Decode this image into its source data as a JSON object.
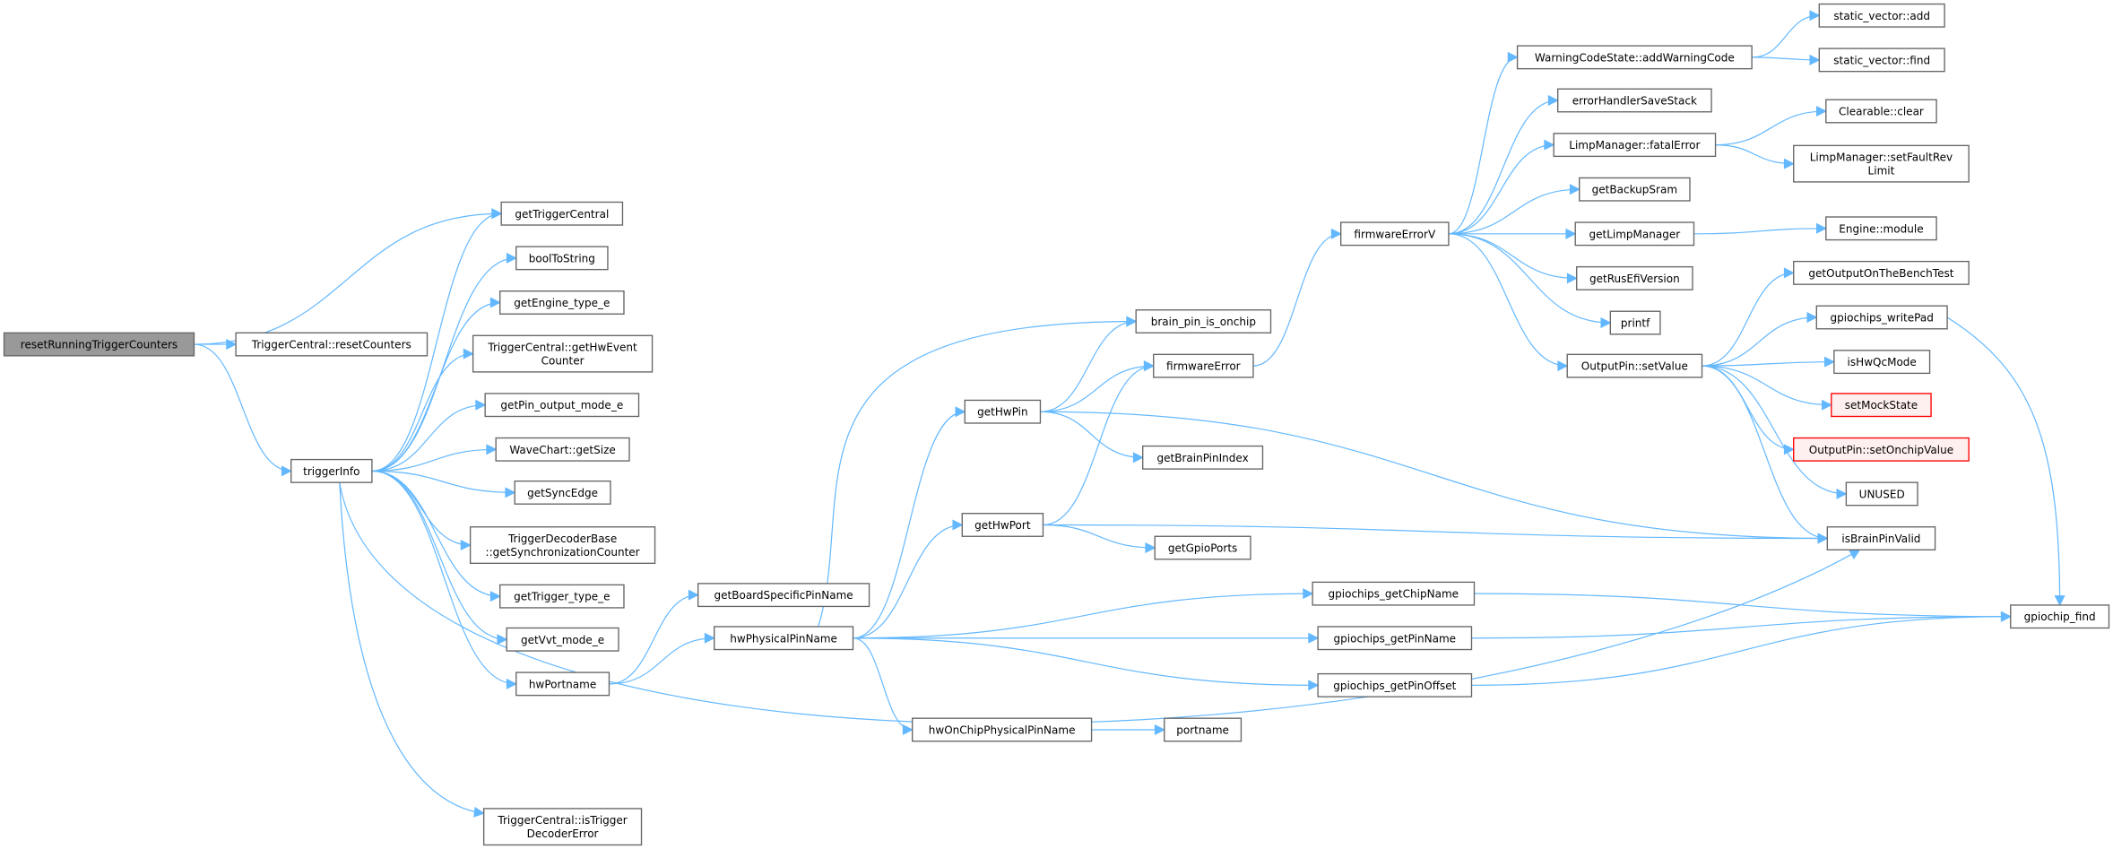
{
  "graph": {
    "type": "call-graph",
    "colors": {
      "edge": "#63b8ff",
      "root_fill": "#999999",
      "node_border": "#666666",
      "missing_border": "#ff0000",
      "missing_fill": "#fff0f0"
    },
    "nodes": [
      {
        "id": "resetRunningTriggerCounters",
        "lines": [
          "resetRunningTriggerCounters"
        ],
        "kind": "root"
      },
      {
        "id": "TriggerCentral_resetCounters",
        "lines": [
          "TriggerCentral::resetCounters"
        ]
      },
      {
        "id": "triggerInfo",
        "lines": [
          "triggerInfo"
        ]
      },
      {
        "id": "getTriggerCentral",
        "lines": [
          "getTriggerCentral"
        ]
      },
      {
        "id": "boolToString",
        "lines": [
          "boolToString"
        ]
      },
      {
        "id": "getEngine_type_e",
        "lines": [
          "getEngine_type_e"
        ]
      },
      {
        "id": "getHwEventCounter",
        "lines": [
          "TriggerCentral::getHwEvent",
          "Counter"
        ]
      },
      {
        "id": "getPin_output_mode_e",
        "lines": [
          "getPin_output_mode_e"
        ]
      },
      {
        "id": "WaveChart_getSize",
        "lines": [
          "WaveChart::getSize"
        ]
      },
      {
        "id": "getSyncEdge",
        "lines": [
          "getSyncEdge"
        ]
      },
      {
        "id": "getSynchronizationCounter",
        "lines": [
          "TriggerDecoderBase",
          "::getSynchronizationCounter"
        ]
      },
      {
        "id": "getTrigger_type_e",
        "lines": [
          "getTrigger_type_e"
        ]
      },
      {
        "id": "getVvt_mode_e",
        "lines": [
          "getVvt_mode_e"
        ]
      },
      {
        "id": "hwPortname",
        "lines": [
          "hwPortname"
        ]
      },
      {
        "id": "isTriggerDecoderError",
        "lines": [
          "TriggerCentral::isTrigger",
          "DecoderError"
        ]
      },
      {
        "id": "getBoardSpecificPinName",
        "lines": [
          "getBoardSpecificPinName"
        ]
      },
      {
        "id": "hwPhysicalPinName",
        "lines": [
          "hwPhysicalPinName"
        ]
      },
      {
        "id": "brain_pin_is_onchip",
        "lines": [
          "brain_pin_is_onchip"
        ]
      },
      {
        "id": "firmwareError",
        "lines": [
          "firmwareError"
        ]
      },
      {
        "id": "getHwPin",
        "lines": [
          "getHwPin"
        ]
      },
      {
        "id": "getBrainPinIndex",
        "lines": [
          "getBrainPinIndex"
        ]
      },
      {
        "id": "getHwPort",
        "lines": [
          "getHwPort"
        ]
      },
      {
        "id": "getGpioPorts",
        "lines": [
          "getGpioPorts"
        ]
      },
      {
        "id": "gpiochips_getChipName",
        "lines": [
          "gpiochips_getChipName"
        ]
      },
      {
        "id": "gpiochips_getPinName",
        "lines": [
          "gpiochips_getPinName"
        ]
      },
      {
        "id": "gpiochips_getPinOffset",
        "lines": [
          "gpiochips_getPinOffset"
        ]
      },
      {
        "id": "hwOnChipPhysicalPinName",
        "lines": [
          "hwOnChipPhysicalPinName"
        ]
      },
      {
        "id": "portname",
        "lines": [
          "portname"
        ]
      },
      {
        "id": "firmwareErrorV",
        "lines": [
          "firmwareErrorV"
        ]
      },
      {
        "id": "addWarningCode",
        "lines": [
          "WarningCodeState::addWarningCode"
        ]
      },
      {
        "id": "static_vector_add",
        "lines": [
          "static_vector::add"
        ]
      },
      {
        "id": "static_vector_find",
        "lines": [
          "static_vector::find"
        ]
      },
      {
        "id": "errorHandlerSaveStack",
        "lines": [
          "errorHandlerSaveStack"
        ]
      },
      {
        "id": "fatalError",
        "lines": [
          "LimpManager::fatalError"
        ]
      },
      {
        "id": "Clearable_clear",
        "lines": [
          "Clearable::clear"
        ]
      },
      {
        "id": "setFaultRevLimit",
        "lines": [
          "LimpManager::setFaultRev",
          "Limit"
        ]
      },
      {
        "id": "getBackupSram",
        "lines": [
          "getBackupSram"
        ]
      },
      {
        "id": "getLimpManager",
        "lines": [
          "getLimpManager"
        ]
      },
      {
        "id": "Engine_module",
        "lines": [
          "Engine::module"
        ]
      },
      {
        "id": "getRusEfiVersion",
        "lines": [
          "getRusEfiVersion"
        ]
      },
      {
        "id": "printf",
        "lines": [
          "printf"
        ]
      },
      {
        "id": "setValue",
        "lines": [
          "OutputPin::setValue"
        ]
      },
      {
        "id": "getOutputOnTheBenchTest",
        "lines": [
          "getOutputOnTheBenchTest"
        ]
      },
      {
        "id": "gpiochips_writePad",
        "lines": [
          "gpiochips_writePad"
        ]
      },
      {
        "id": "isHwQcMode",
        "lines": [
          "isHwQcMode"
        ]
      },
      {
        "id": "setMockState",
        "lines": [
          "setMockState"
        ],
        "kind": "missing"
      },
      {
        "id": "setOnchipValue",
        "lines": [
          "OutputPin::setOnchipValue"
        ],
        "kind": "missing"
      },
      {
        "id": "UNUSED",
        "lines": [
          "UNUSED"
        ]
      },
      {
        "id": "isBrainPinValid",
        "lines": [
          "isBrainPinValid"
        ]
      },
      {
        "id": "gpiochip_find",
        "lines": [
          "gpiochip_find"
        ]
      }
    ],
    "edges": [
      [
        "resetRunningTriggerCounters",
        "getTriggerCentral"
      ],
      [
        "resetRunningTriggerCounters",
        "TriggerCentral_resetCounters"
      ],
      [
        "resetRunningTriggerCounters",
        "triggerInfo"
      ],
      [
        "triggerInfo",
        "getTriggerCentral"
      ],
      [
        "triggerInfo",
        "boolToString"
      ],
      [
        "triggerInfo",
        "getEngine_type_e"
      ],
      [
        "triggerInfo",
        "getHwEventCounter"
      ],
      [
        "triggerInfo",
        "getPin_output_mode_e"
      ],
      [
        "triggerInfo",
        "WaveChart_getSize"
      ],
      [
        "triggerInfo",
        "getSyncEdge"
      ],
      [
        "triggerInfo",
        "getSynchronizationCounter"
      ],
      [
        "triggerInfo",
        "getTrigger_type_e"
      ],
      [
        "triggerInfo",
        "getVvt_mode_e"
      ],
      [
        "triggerInfo",
        "hwPortname"
      ],
      [
        "triggerInfo",
        "isBrainPinValid"
      ],
      [
        "triggerInfo",
        "isTriggerDecoderError"
      ],
      [
        "hwPortname",
        "getBoardSpecificPinName"
      ],
      [
        "hwPortname",
        "hwPhysicalPinName"
      ],
      [
        "hwPhysicalPinName",
        "brain_pin_is_onchip"
      ],
      [
        "hwPhysicalPinName",
        "getHwPin"
      ],
      [
        "hwPhysicalPinName",
        "getHwPort"
      ],
      [
        "hwPhysicalPinName",
        "gpiochips_getChipName"
      ],
      [
        "hwPhysicalPinName",
        "gpiochips_getPinName"
      ],
      [
        "hwPhysicalPinName",
        "gpiochips_getPinOffset"
      ],
      [
        "hwPhysicalPinName",
        "hwOnChipPhysicalPinName"
      ],
      [
        "getHwPin",
        "brain_pin_is_onchip"
      ],
      [
        "getHwPin",
        "firmwareError"
      ],
      [
        "getHwPin",
        "getBrainPinIndex"
      ],
      [
        "getHwPin",
        "isBrainPinValid"
      ],
      [
        "getHwPort",
        "firmwareError"
      ],
      [
        "getHwPort",
        "getGpioPorts"
      ],
      [
        "getHwPort",
        "isBrainPinValid"
      ],
      [
        "firmwareError",
        "firmwareErrorV"
      ],
      [
        "firmwareErrorV",
        "addWarningCode"
      ],
      [
        "firmwareErrorV",
        "errorHandlerSaveStack"
      ],
      [
        "firmwareErrorV",
        "fatalError"
      ],
      [
        "firmwareErrorV",
        "getBackupSram"
      ],
      [
        "firmwareErrorV",
        "getLimpManager"
      ],
      [
        "firmwareErrorV",
        "getRusEfiVersion"
      ],
      [
        "firmwareErrorV",
        "printf"
      ],
      [
        "firmwareErrorV",
        "setValue"
      ],
      [
        "addWarningCode",
        "static_vector_add"
      ],
      [
        "addWarningCode",
        "static_vector_find"
      ],
      [
        "fatalError",
        "Clearable_clear"
      ],
      [
        "fatalError",
        "setFaultRevLimit"
      ],
      [
        "getLimpManager",
        "Engine_module"
      ],
      [
        "setValue",
        "getOutputOnTheBenchTest"
      ],
      [
        "setValue",
        "gpiochips_writePad"
      ],
      [
        "setValue",
        "isHwQcMode"
      ],
      [
        "setValue",
        "setMockState"
      ],
      [
        "setValue",
        "setOnchipValue"
      ],
      [
        "setValue",
        "UNUSED"
      ],
      [
        "setValue",
        "isBrainPinValid"
      ],
      [
        "gpiochips_writePad",
        "gpiochip_find"
      ],
      [
        "gpiochips_getChipName",
        "gpiochip_find"
      ],
      [
        "gpiochips_getPinName",
        "gpiochip_find"
      ],
      [
        "gpiochips_getPinOffset",
        "gpiochip_find"
      ],
      [
        "hwOnChipPhysicalPinName",
        "portname"
      ]
    ]
  }
}
